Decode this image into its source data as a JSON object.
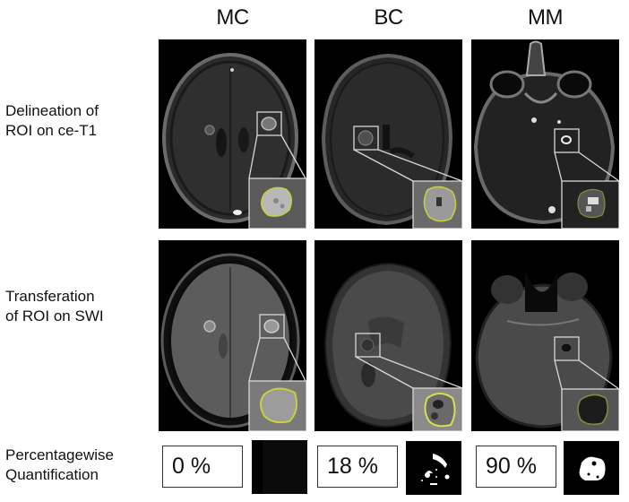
{
  "figure": {
    "columns": [
      {
        "id": "mc",
        "label": "MC"
      },
      {
        "id": "bc",
        "label": "BC"
      },
      {
        "id": "mm",
        "label": "MM"
      }
    ],
    "rows": [
      {
        "id": "delineation",
        "label_line1": "Delineation of",
        "label_line2": "ROI on ce-T1"
      },
      {
        "id": "transfer",
        "label_line1": "Transferation",
        "label_line2": "of ROI on SWI"
      },
      {
        "id": "quant",
        "label_line1": "Percentagewise",
        "label_line2": "Quantification"
      }
    ],
    "quantification": [
      {
        "column": "MC",
        "value": "0 %"
      },
      {
        "column": "BC",
        "value": "18 %"
      },
      {
        "column": "MM",
        "value": "90 %"
      }
    ],
    "colors": {
      "roi_outline": "#c8d040",
      "roi_box": "#d8d8d8",
      "background": "#ffffff",
      "panel_bg": "#000000"
    }
  }
}
